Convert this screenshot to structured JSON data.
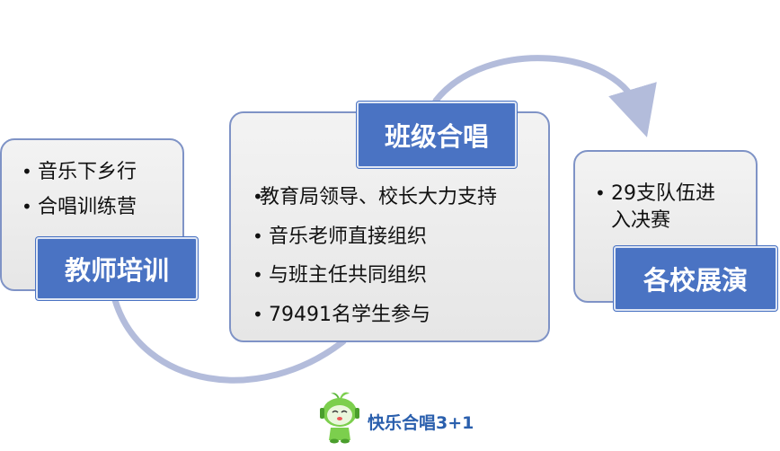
{
  "left_panel": {
    "tag": "教师培训",
    "items": [
      "音乐下乡行",
      "合唱训练营"
    ]
  },
  "middle_panel": {
    "tag": "班级合唱",
    "items": [
      "教育局领导、校长大力支持",
      "音乐老师直接组织",
      "与班主任共同组织",
      "79491名学生参与"
    ]
  },
  "right_panel": {
    "tag": "各校展演",
    "item_line1": "29支队伍进",
    "item_line2": "入决赛"
  },
  "footer": {
    "logo_text": "快乐合唱3+1",
    "logo_icon": "green-mascot-icon"
  },
  "colors": {
    "tag_fill": "#4a73c3",
    "panel_border": "#7f93c6",
    "arrow": "#b3bcdb",
    "logo_text": "#2a5fad"
  }
}
